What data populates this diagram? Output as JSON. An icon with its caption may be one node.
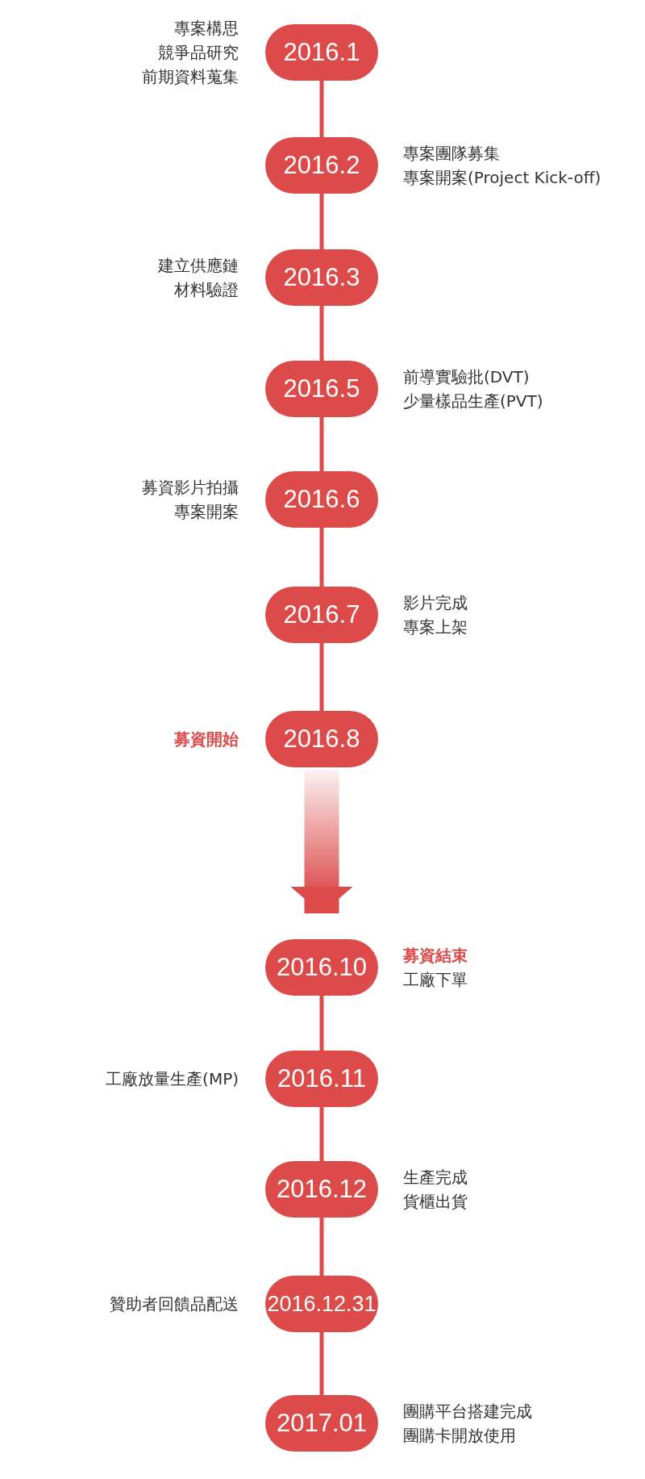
{
  "diagram": {
    "nodes": [
      {
        "text": [
          "2016.1"
        ],
        "beside": [
          "專案構思",
          "競爭品研究",
          "前期資料蒐集"
        ]
      },
      {
        "text": [
          "2016.2"
        ],
        "beside": [
          "專案團隊募集",
          "專案開案(Project Kick-off)"
        ]
      },
      {
        "text": [
          "2016.3"
        ],
        "beside": [
          "建立供應鏈",
          "材料驗證"
        ]
      },
      {
        "text": [
          "2016.5"
        ],
        "beside": [
          "前導實驗批(DVT)",
          "少量樣品生產(PVT)"
        ]
      },
      {
        "text": [
          "2016.6"
        ],
        "beside": [
          "募資影片拍攝",
          "專案開案"
        ]
      },
      {
        "text": [
          "2016.7"
        ],
        "beside": [
          "影片完成",
          "專案上架"
        ]
      },
      {
        "text": [
          "2016.8"
        ],
        "beside": [
          "募資開始"
        ]
      },
      {
        "text": [
          "2016.10"
        ],
        "beside": [
          "募資結束",
          "工廠下單"
        ]
      },
      {
        "text": [
          "2016.11"
        ],
        "beside": [
          "工廠放量生產(MP)"
        ]
      },
      {
        "text": [
          "2016.12"
        ],
        "beside": [
          "生產完成",
          "貨櫃出貨"
        ]
      },
      {
        "text": [
          "2016.12.31"
        ],
        "beside": [
          "贊助者回饋品配送"
        ]
      },
      {
        "text": [
          "2017.01"
        ],
        "beside": [
          "團購平台搭建完成",
          "團購卡開放使用"
        ]
      }
    ],
    "edges": [
      {
        "from": 0,
        "to": 1,
        "arrow": "none"
      },
      {
        "from": 1,
        "to": 2,
        "arrow": "none"
      },
      {
        "from": 2,
        "to": 3,
        "arrow": "none"
      },
      {
        "from": 3,
        "to": 4,
        "arrow": "none"
      },
      {
        "from": 4,
        "to": 5,
        "arrow": "none"
      },
      {
        "from": 5,
        "to": 6,
        "arrow": "none"
      },
      {
        "from": 6,
        "to": 7,
        "arrow": "to",
        "style": "thick"
      },
      {
        "from": 7,
        "to": 8,
        "arrow": "none"
      },
      {
        "from": 8,
        "to": 9,
        "arrow": "none"
      },
      {
        "from": 9,
        "to": 10,
        "arrow": "none"
      },
      {
        "from": 10,
        "to": 11,
        "arrow": "none"
      }
    ]
  }
}
